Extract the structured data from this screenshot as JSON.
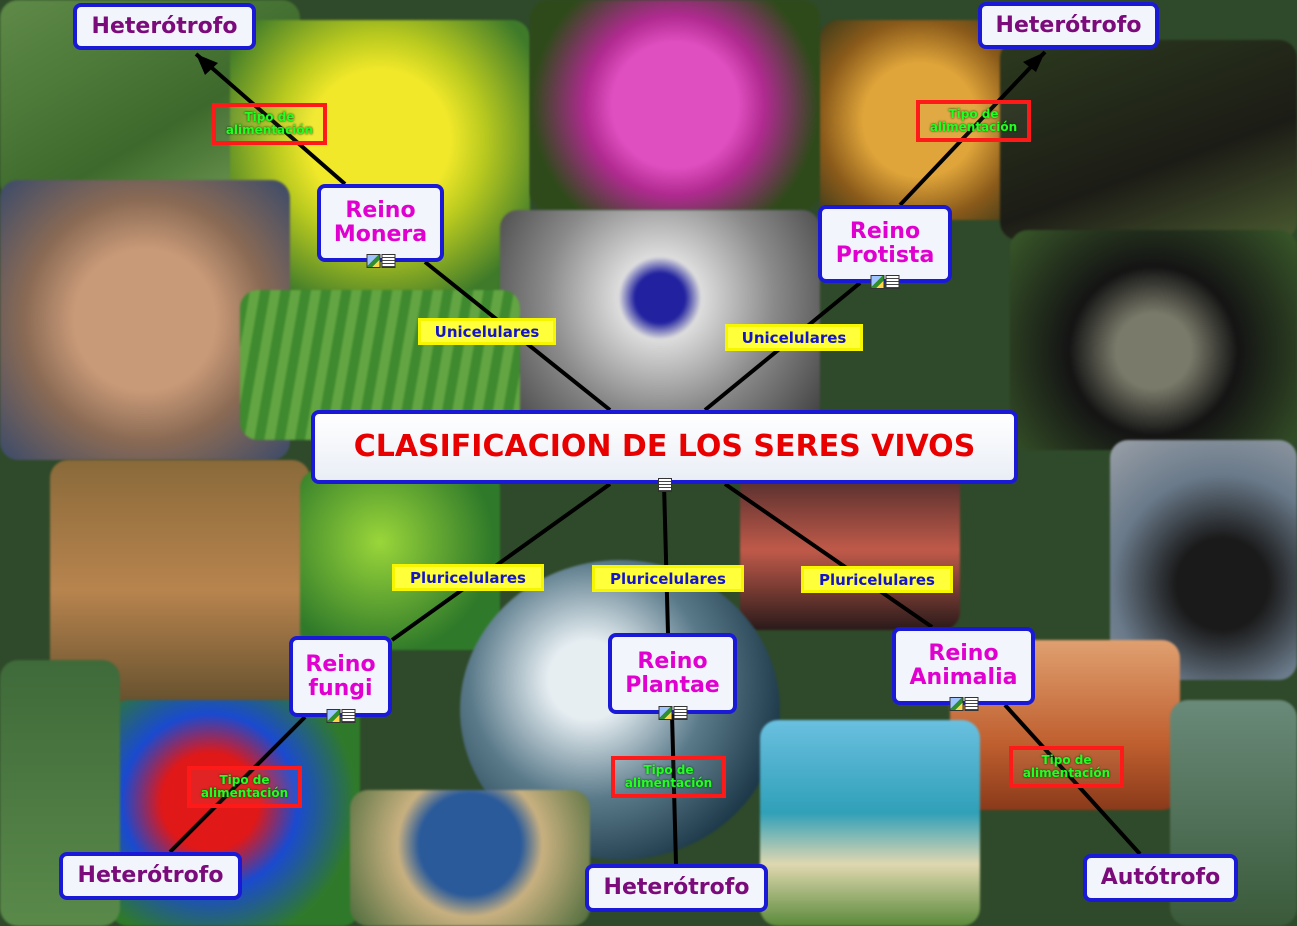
{
  "diagram": {
    "title": "CLASIFICACION DE LOS SERES VIVOS",
    "kingdoms": [
      {
        "id": "monera",
        "name": "Reino Monera",
        "line1": "Reino",
        "line2": "Monera",
        "cell_type": "Unicelulares",
        "feeding_label": "Tipo de alimentación",
        "feeding": "Heterótrofo"
      },
      {
        "id": "protista",
        "name": "Reino Protista",
        "line1": "Reino",
        "line2": "Protista",
        "cell_type": "Unicelulares",
        "feeding_label": "Tipo de alimentación",
        "feeding": "Heterótrofo"
      },
      {
        "id": "fungi",
        "name": "Reino fungi",
        "line1": "Reino",
        "line2": "fungi",
        "cell_type": "Pluricelulares",
        "feeding_label": "Tipo de alimentación",
        "feeding": "Heterótrofo"
      },
      {
        "id": "plantae",
        "name": "Reino Plantae",
        "line1": "Reino",
        "line2": "Plantae",
        "cell_type": "Pluricelulares",
        "feeding_label": "Tipo de alimentación",
        "feeding": "Heterótrofo"
      },
      {
        "id": "animalia",
        "name": "Reino Animalia",
        "line1": "Reino",
        "line2": "Animalia",
        "cell_type": "Pluricelulares",
        "feeding_label": "Tipo de alimentación",
        "feeding": "Autótrofo"
      }
    ]
  },
  "colors": {
    "node_border": "#1a1ad6",
    "title_text": "#e80000",
    "kingdom_text": "#e000d0",
    "leaf_text": "#7b0a7b",
    "cell_label_bg": "#ffff3a",
    "cell_label_text": "#1515c8",
    "feeding_border": "#ff1a1a",
    "feeding_text": "#22ff22",
    "link_line": "#000000"
  },
  "icons": [
    "image-icon",
    "note-icon"
  ]
}
